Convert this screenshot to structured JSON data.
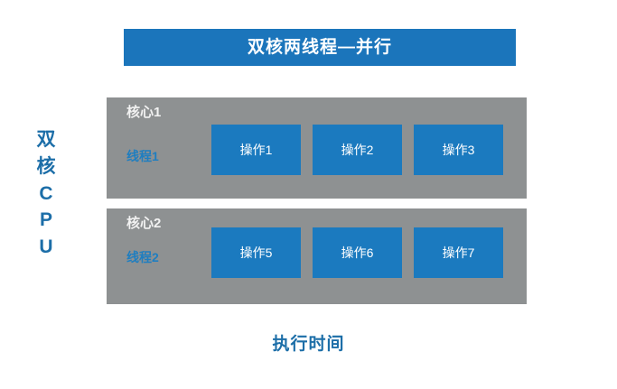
{
  "title": {
    "text": "双核两线程—并行"
  },
  "cpu_label": {
    "chars": [
      "双",
      "核",
      "C",
      "P",
      "U"
    ],
    "full_text": "双核CPU"
  },
  "cores": [
    {
      "core_title": "核心1",
      "thread_label": "线程1",
      "operations": [
        "操作1",
        "操作2",
        "操作3"
      ]
    },
    {
      "core_title": "核心2",
      "thread_label": "线程2",
      "operations": [
        "操作5",
        "操作6",
        "操作7"
      ]
    }
  ],
  "footer": {
    "caption": "执行时间"
  },
  "colors": {
    "title_bar_blue": "#1b75bb",
    "panel_gray": "#8e9192",
    "op_box_blue": "#1b7abf",
    "accent_blue": "#1c6ea8",
    "thread_blue": "#1f7ec0",
    "core_title_white": "#f2f2f2",
    "background": "#ffffff"
  }
}
